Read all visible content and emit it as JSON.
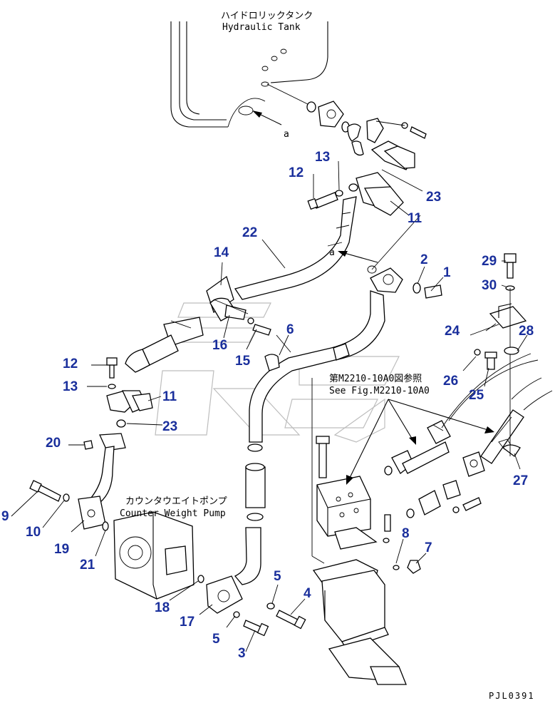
{
  "labels": {
    "tank_jp": "ハイドロリックタンク",
    "tank_en": "Hydraulic Tank",
    "pump_jp": "カウンタウエイトポンプ",
    "pump_en": "Counter Weight Pump",
    "ref_jp": "第M2210-10A0図参照",
    "ref_en": "See Fig.M2210-10A0",
    "view_a_top": "a",
    "view_a_mid": "a",
    "code": "PJL0391"
  },
  "callouts": {
    "c1": "1",
    "c2": "2",
    "c3": "3",
    "c4": "4",
    "c5a": "5",
    "c5b": "5",
    "c6": "6",
    "c7": "7",
    "c8": "8",
    "c9": "9",
    "c10": "10",
    "c11a": "11",
    "c11b": "11",
    "c12a": "12",
    "c12b": "12",
    "c13a": "13",
    "c13b": "13",
    "c14": "14",
    "c15": "15",
    "c16": "16",
    "c17": "17",
    "c18": "18",
    "c19": "19",
    "c20": "20",
    "c21": "21",
    "c22": "22",
    "c23a": "23",
    "c23b": "23",
    "c24": "24",
    "c25": "25",
    "c26": "26",
    "c27": "27",
    "c28": "28",
    "c29": "29",
    "c30": "30"
  },
  "colors": {
    "callout": "#1a2f9c",
    "line": "#000000",
    "watermark": "#bdbdbd"
  }
}
